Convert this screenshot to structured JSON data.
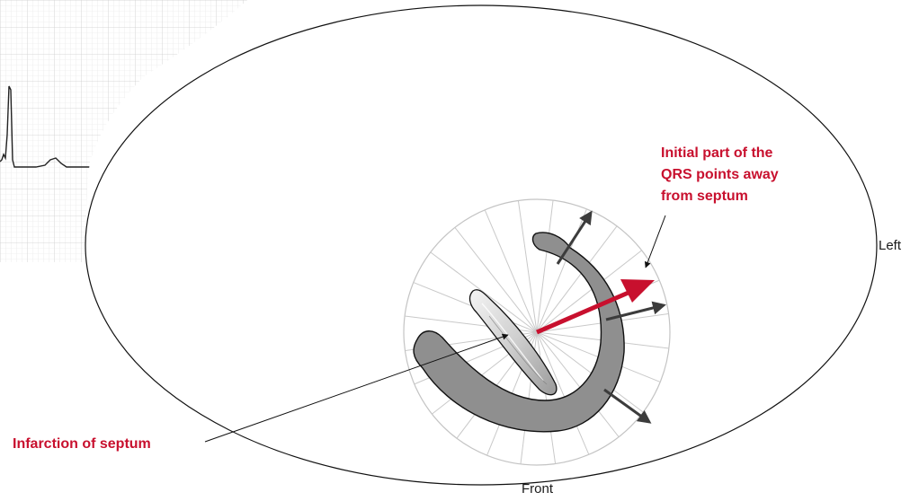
{
  "colors": {
    "accent": "#c8102e",
    "arrow": "#3c3c3c",
    "wall": "#8d8d8d",
    "outline": "#111111",
    "grid": "#c9c9c9",
    "ecg_grid": "#d0d0d0",
    "ecg_trace": "#222222"
  },
  "icons": {
    "ecg": "ecg-strip-icon",
    "heart": "heart-cross-section-icon"
  },
  "labels": {
    "left": "Left",
    "front": "Front",
    "infarction": "Infarction of septum",
    "qrs_line1": "Initial part of the",
    "qrs_line2": "QRS points away",
    "qrs_line3": "from septum"
  }
}
